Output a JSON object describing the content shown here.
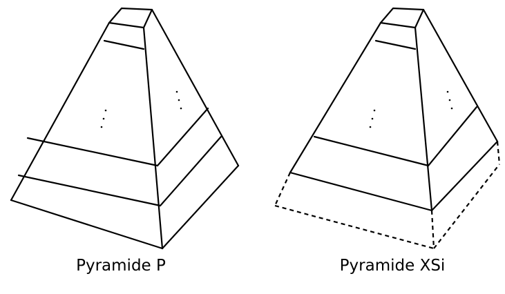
{
  "figures": [
    {
      "label": "Pyramide P",
      "bottom_layer": "solid"
    },
    {
      "label": "Pyramide XSi",
      "bottom_layer": "dashed"
    }
  ]
}
